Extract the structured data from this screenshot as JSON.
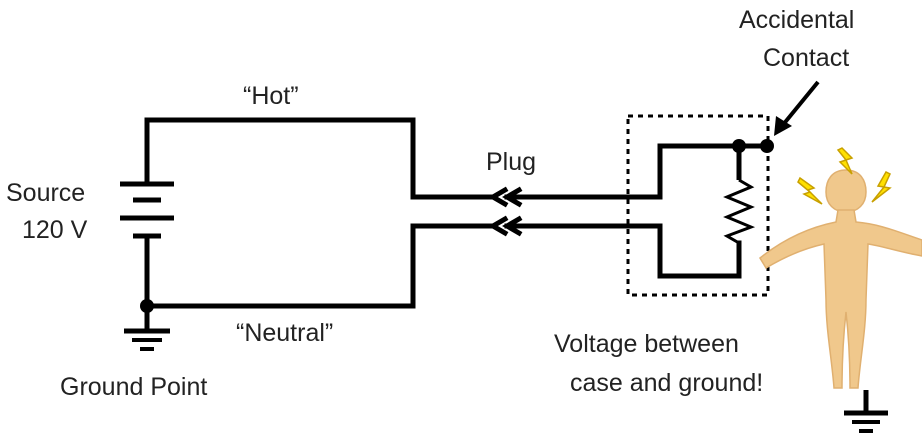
{
  "labels": {
    "hot": "“Hot”",
    "neutral": "“Neutral”",
    "source_line1": "Source",
    "source_line2": "120 V",
    "ground_point": "Ground Point",
    "plug": "Plug",
    "accidental_line1": "Accidental",
    "accidental_line2": "Contact",
    "voltage_line1": "Voltage between",
    "voltage_line2": "case and ground!"
  },
  "colors": {
    "wire": "#000000",
    "text": "#222222",
    "person_skin": "#f0c88c",
    "person_outline": "#e0b070",
    "spark_fill": "#ffe000",
    "spark_outline": "#c8a000"
  },
  "icons": {
    "battery": "battery-icon",
    "ground": "ground-icon",
    "plug": "plug-icon",
    "resistor": "resistor-icon",
    "person": "person-icon",
    "spark": "spark-icon",
    "arrow": "arrow-icon"
  }
}
